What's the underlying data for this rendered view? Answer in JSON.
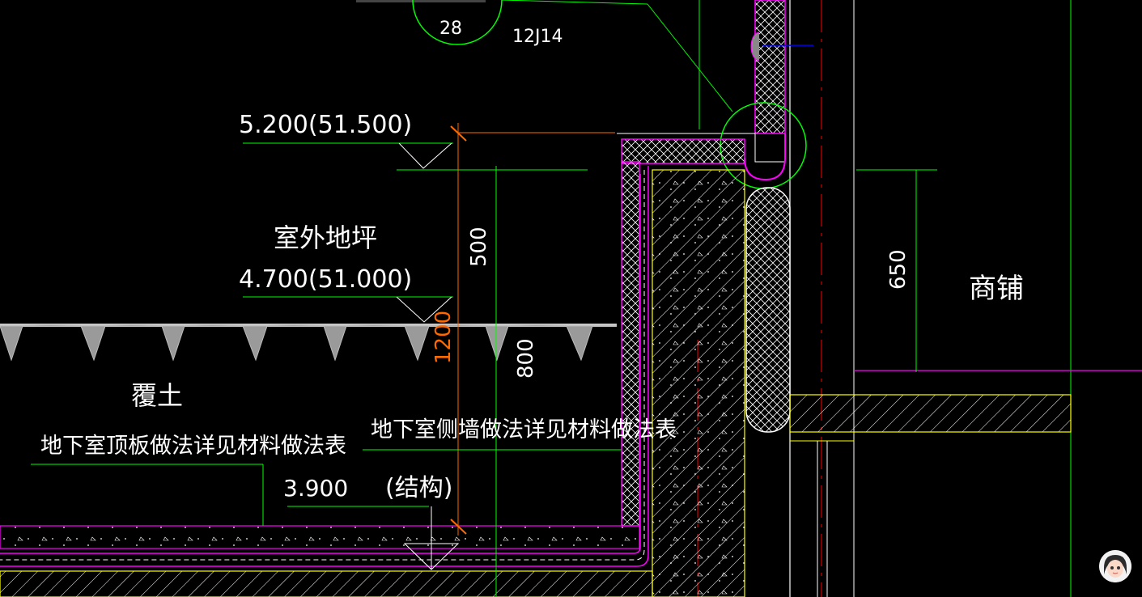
{
  "detail": {
    "number": "28",
    "atlas": "12J14"
  },
  "elevations": {
    "top": "5.200(51.500)",
    "outdoor_floor_label": "室外地坪",
    "outdoor": "4.700(51.000)",
    "structure": "3.900",
    "structure_note": "(结构)"
  },
  "dimensions": {
    "d500": "500",
    "d1200": "1200",
    "d800": "800",
    "d650": "650"
  },
  "labels": {
    "soil": "覆土",
    "roof_slab_note": "地下室顶板做法详见材料做法表",
    "side_wall_note": "地下室侧墙做法详见材料做法表",
    "shop": "商铺"
  },
  "colors": {
    "background": "#000000",
    "leader": "#00ff00",
    "wall": "#ff00ff",
    "outline": "#ffff00",
    "dimension": "#ff6a00",
    "axis": "#ff0000",
    "text": "#ffffff"
  }
}
